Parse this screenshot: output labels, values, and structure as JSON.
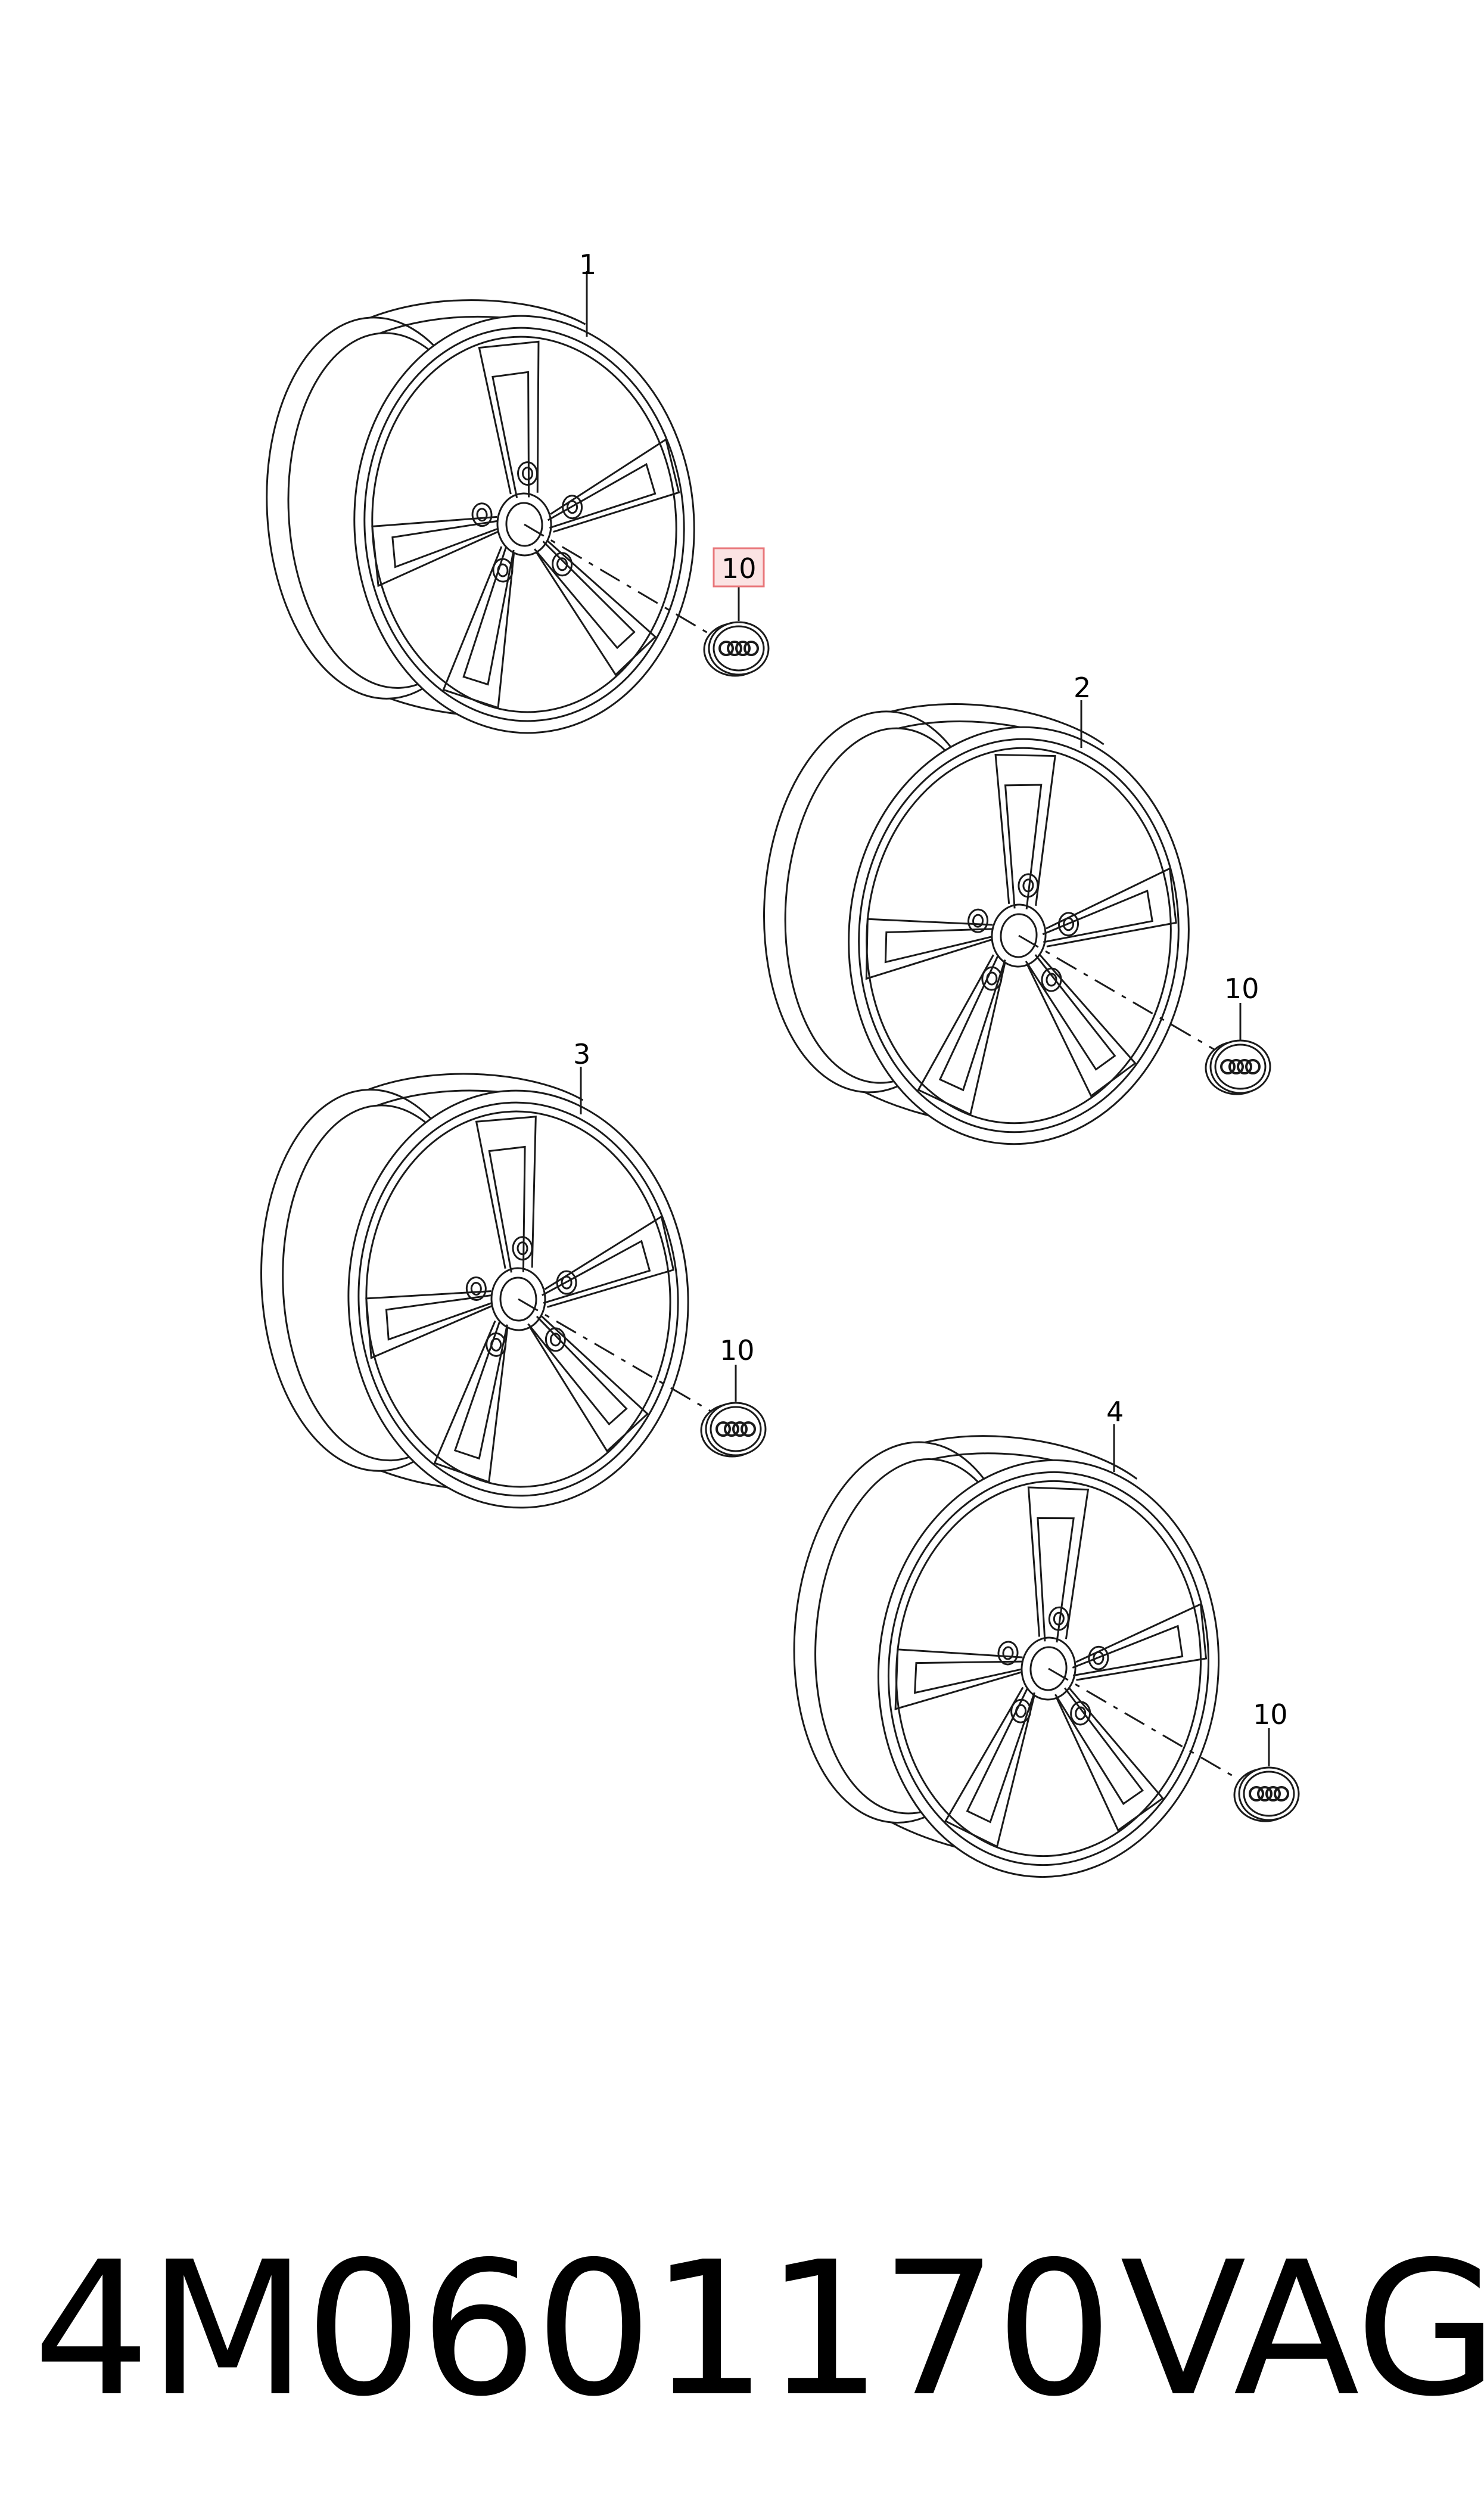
{
  "diagram": {
    "callouts": {
      "wheel_1": "1",
      "wheel_2": "2",
      "wheel_3": "3",
      "wheel_4": "4",
      "cap_1": "10",
      "cap_2": "10",
      "cap_3": "10",
      "cap_4": "10"
    },
    "highlight_color": "#e8767a",
    "highlight_fill": "#fbe3e3"
  },
  "footer": {
    "part_number": "4M0601170",
    "brand": "VAG"
  }
}
